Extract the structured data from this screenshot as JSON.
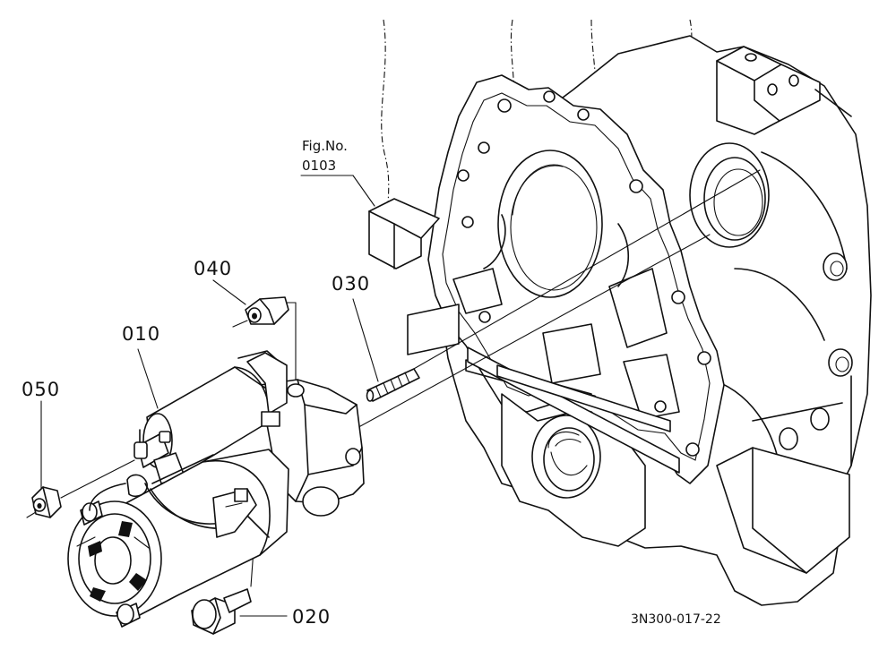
{
  "figure_ref": {
    "line1": "Fig.No.",
    "line2": "0103"
  },
  "callouts": {
    "p010": "010",
    "p020": "020",
    "p030": "030",
    "p040": "040",
    "p050": "050"
  },
  "diagram_code": "3N300-017-22"
}
